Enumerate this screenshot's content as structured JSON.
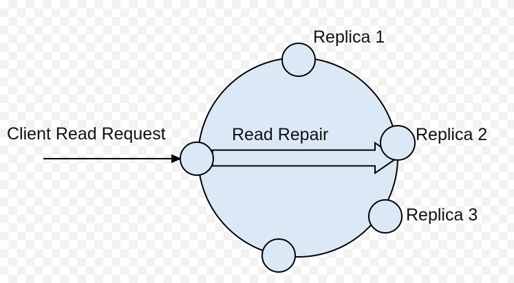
{
  "labels": {
    "client_read_request": "Client Read Request",
    "read_repair": "Read Repair",
    "replica_1": "Replica 1",
    "replica_2": "Replica 2",
    "replica_3": "Replica 3"
  },
  "colors": {
    "shape_fill": "#dbe8f5",
    "outline": "#000000",
    "text": "#111111",
    "background_checker_light": "#ffffff",
    "background_checker_gray": "#f2f2f2"
  }
}
